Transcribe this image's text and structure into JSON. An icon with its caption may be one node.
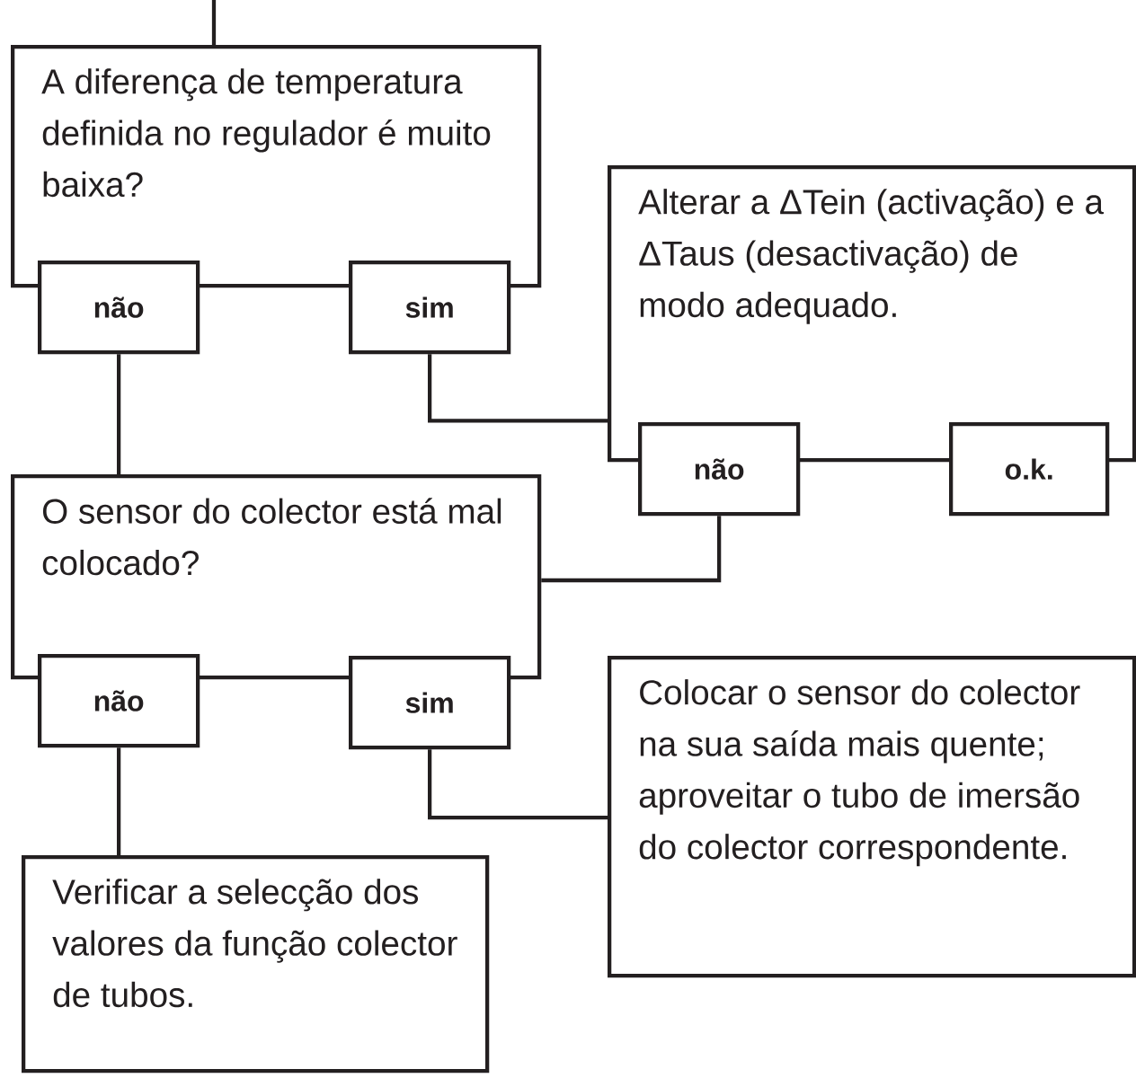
{
  "diagram": {
    "nodes": [
      {
        "text": [
          "A diferença de temperatura definida no regulador é muito baixa?"
        ]
      },
      {
        "text": [
          "não"
        ]
      },
      {
        "text": [
          "sim"
        ]
      },
      {
        "text": [
          "Alterar a ΔTein (activação) e a ΔTaus (desactivação) de modo adequado."
        ]
      },
      {
        "text": [
          "não"
        ]
      },
      {
        "text": [
          "o.k."
        ]
      },
      {
        "text": [
          "O sensor do colector está mal colocado?"
        ]
      },
      {
        "text": [
          "não"
        ]
      },
      {
        "text": [
          "sim"
        ]
      },
      {
        "text": [
          "Colocar o sensor do colector na sua saída mais quente; aproveitar o tubo de imersão do colector correspondente."
        ]
      },
      {
        "text": [
          "Verificar a selecção dos valores da função colector de tubos."
        ]
      }
    ],
    "edges": [
      {
        "from": null,
        "to": 0,
        "arrow": "none"
      },
      {
        "from": 1,
        "to": 6,
        "arrow": "none"
      },
      {
        "from": 2,
        "to": 3,
        "arrow": "none"
      },
      {
        "from": 4,
        "to": 6,
        "arrow": "none"
      },
      {
        "from": 7,
        "to": 10,
        "arrow": "none"
      },
      {
        "from": 8,
        "to": 9,
        "arrow": "none"
      }
    ]
  }
}
